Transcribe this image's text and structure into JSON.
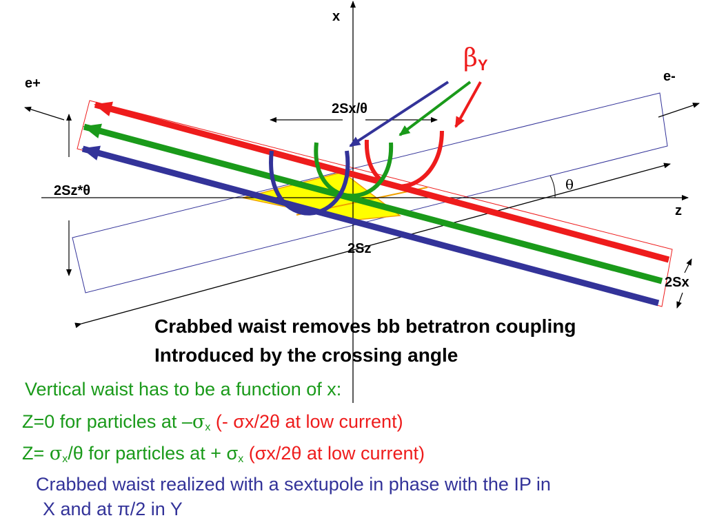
{
  "axes": {
    "x_label": "x",
    "z_label": "z"
  },
  "beam_labels": {
    "e_plus": "e+",
    "e_minus": "e-"
  },
  "beta": {
    "symbol": "β",
    "subscript": "Y"
  },
  "dimension_labels": {
    "sx_over_theta": "2Sx/θ",
    "sz_theta": "2Sz*θ",
    "sz": "2Sz",
    "sx": "2Sx",
    "theta": "θ"
  },
  "headline": {
    "line1": "Crabbed waist removes bb betratron coupling",
    "line2": "Introduced by the crossing angle"
  },
  "notes": {
    "line1": "Vertical waist has to be a function of x:",
    "line2": {
      "prefix": "Z=0 for particles at –",
      "sigma": "σ",
      "sub": "x",
      "red": "(- σx/2θ at low current)"
    },
    "line3": {
      "prefix": "Z= ",
      "sigma": "σ",
      "sub": "x",
      "mid": "/θ for particles at + σ",
      "sub2": "x",
      "red": "(σx/2θ at low current)"
    },
    "line4": "Crabbed waist realized with a sextupole in phase with the IP in",
    "line5": "X and at π/2 in Y"
  },
  "colors": {
    "red": "#ee1c1c",
    "green": "#1a9a1a",
    "blue": "#333399",
    "yellow": "#ffff00",
    "orange": "#f0a000",
    "note_green": "#1a9a1a",
    "note_blue": "#333399"
  }
}
